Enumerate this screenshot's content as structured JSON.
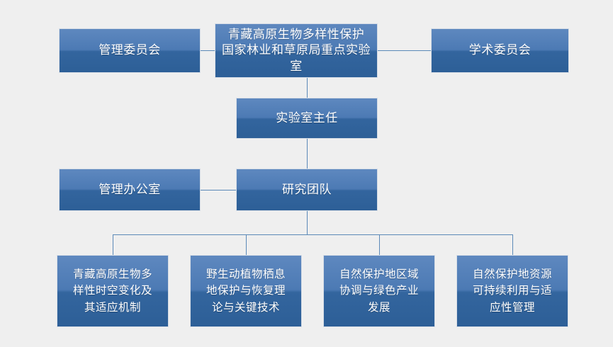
{
  "diagram": {
    "type": "organizational-chart",
    "title_node": "center-top",
    "background_color": "#efefef",
    "node_fill_top": "#5e88bf",
    "node_fill_bottom": "#2d5f97",
    "node_border_color": "#d6dde6",
    "node_text_color": "#ffffff",
    "connector_color": "#5b89b8",
    "nodes": {
      "management_committee": "管理委员会",
      "lab_title": "青藏高原生物多样性保护\n国家林业和草原局重点实验室",
      "academic_committee": "学术委员会",
      "lab_director": "实验室主任",
      "management_office": "管理办公室",
      "research_team": "研究团队",
      "research_direction_1": "青藏高原生物多\n样性时空变化及\n其适应机制",
      "research_direction_2": "野生动植物栖息\n地保护与恢复理\n论与关键技术",
      "research_direction_3": "自然保护地区域\n协调与绿色产业\n发展",
      "research_direction_4": "自然保护地资源\n可持续利用与适\n应性管理"
    }
  }
}
